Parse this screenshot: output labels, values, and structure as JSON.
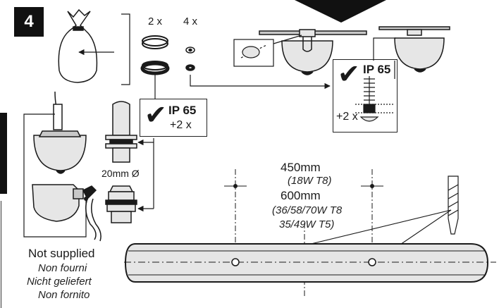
{
  "step_number": "4",
  "quantities": {
    "gaskets": "2 x",
    "washers": "4 x"
  },
  "ip_box_left": {
    "rating": "IP 65",
    "quantity": "+2 x"
  },
  "ip_box_right": {
    "rating": "IP 65",
    "quantity": "+2 x"
  },
  "gland_size": "20mm Ø",
  "dimensions": {
    "short_length": "450mm",
    "short_note": "(18W T8)",
    "long_length": "600mm",
    "long_note_line1": "(36/58/70W T8",
    "long_note_line2": "35/49W T5)"
  },
  "not_supplied": {
    "en": "Not supplied",
    "fr": "Non fourni",
    "de": "Nicht geliefert",
    "it": "Non fornito"
  },
  "icons": [
    "bag-icon",
    "checkmark-icon",
    "drill-bit-icon",
    "screw-icon",
    "lamp-icon",
    "cable-gland-icon"
  ],
  "colors": {
    "ink": "#1a1a1a",
    "fill_light": "#e6e6e6",
    "fill_mid": "#c8c8c8"
  }
}
